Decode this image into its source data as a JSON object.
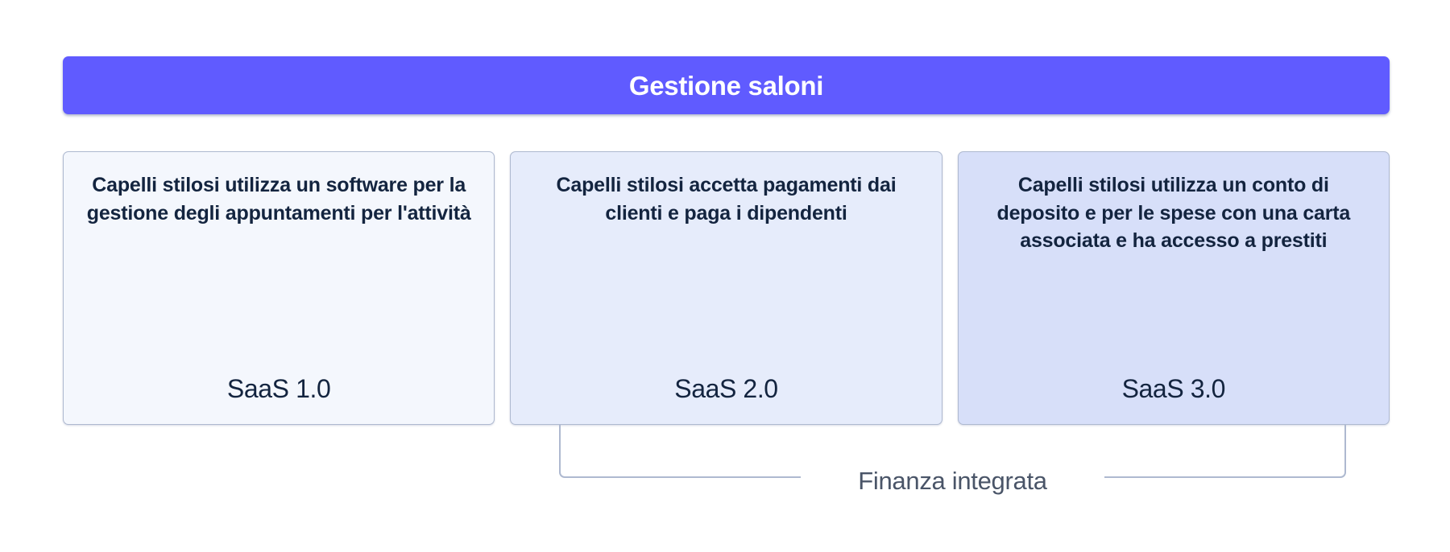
{
  "header": {
    "title": "Gestione saloni",
    "background_color": "#605bff",
    "text_color": "#ffffff"
  },
  "cards": [
    {
      "body": "Capelli stilosi utilizza un software per la gestione degli appuntamenti per l'attività",
      "label": "SaaS 1.0",
      "fill_color": "#f4f7fd",
      "border_color": "#aeb9d0"
    },
    {
      "body": "Capelli stilosi accetta pagamenti dai clienti e paga i dipendenti",
      "label": "SaaS 2.0",
      "fill_color": "#e6ecfb",
      "border_color": "#aeb9d0"
    },
    {
      "body": "Capelli stilosi utilizza un conto di deposito e per le spese con una carta associata e ha accesso a prestiti",
      "label": "SaaS 3.0",
      "fill_color": "#d7dff9",
      "border_color": "#aeb9d0"
    }
  ],
  "bracket": {
    "label": "Finanza integrata",
    "line_color": "#aeb9d0",
    "text_color": "#4a5568"
  }
}
